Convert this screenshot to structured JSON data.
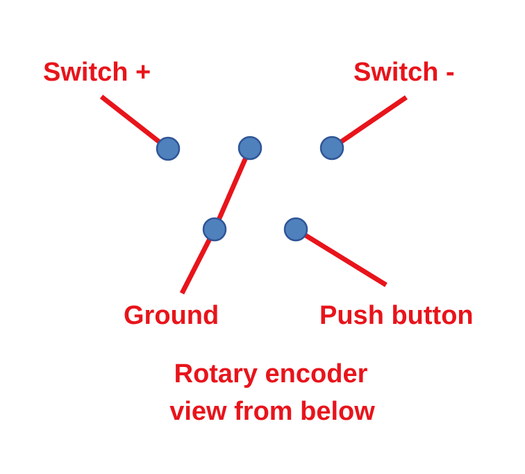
{
  "labels": {
    "switch_plus": "Switch +",
    "switch_minus": "Switch -",
    "ground": "Ground",
    "push_button": "Push button",
    "caption_line1": "Rotary encoder",
    "caption_line2": "view from below"
  },
  "colors": {
    "label_red": "#e8141b",
    "pin_fill": "#4f81bd",
    "pin_stroke": "#2f5597",
    "background": "#ffffff"
  }
}
